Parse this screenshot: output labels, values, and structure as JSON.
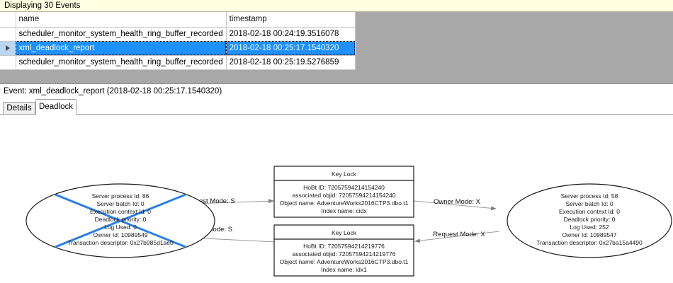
{
  "banner": {
    "text": "Displaying 30 Events"
  },
  "grid": {
    "columns": [
      "",
      "name",
      "timestamp"
    ],
    "rows": [
      {
        "indicator": "",
        "name": "scheduler_monitor_system_health_ring_buffer_recorded",
        "timestamp": "2018-02-18 00:24:19.3516078",
        "selected": false
      },
      {
        "indicator": "row-selector-arrow",
        "name": "xml_deadlock_report",
        "timestamp": "2018-02-18 00:25:17.1540320",
        "selected": true
      },
      {
        "indicator": "",
        "name": "scheduler_monitor_system_health_ring_buffer_recorded",
        "timestamp": "2018-02-18 00:25:19.5276859",
        "selected": false
      }
    ],
    "selection_color": "#1e90ff",
    "empty_area_color": "#a8a8a8"
  },
  "event_caption": {
    "text": "Event: xml_deadlock_report (2018-02-18 00:25:17.1540320)"
  },
  "tabs": [
    {
      "label": "Details",
      "active": false
    },
    {
      "label": "Deadlock",
      "active": true
    }
  ],
  "deadlock": {
    "victim_marker_color": "#2a7fe8",
    "processes": [
      {
        "id": "process-left",
        "victim": true,
        "lines": [
          "Server process Id: 86",
          "Server batch Id: 0",
          "Execution context Id: 0",
          "Deadlock priority: 0",
          "Log Used: 0",
          "Owner Id: 10989549",
          "Transaction descriptor: 0x27b985d1ae0"
        ]
      },
      {
        "id": "process-right",
        "victim": false,
        "lines": [
          "Server process Id: 58",
          "Server batch Id: 0",
          "Execution context Id: 0",
          "Deadlock priority: 0",
          "Log Used: 252",
          "Owner Id: 10989547",
          "Transaction descriptor: 0x27ba15a4490"
        ]
      }
    ],
    "resources": [
      {
        "id": "key-lock-top",
        "title": "Key Lock",
        "lines": [
          "HoBt ID: 72057594214154240",
          "associated objid: 72057594214154240",
          "Object name: AdventureWorks2016CTP3.dbo.t1",
          "Index name: cidx"
        ]
      },
      {
        "id": "key-lock-bottom",
        "title": "Key Lock",
        "lines": [
          "HoBt ID: 72057594214219776",
          "associated objid: 72057594214219776",
          "Object name: AdventureWorks2016CTP3.dbo.t1",
          "Index name: idx1"
        ]
      }
    ],
    "edges": [
      {
        "id": "edge-left-request",
        "label": "Request Mode: S"
      },
      {
        "id": "edge-left-owner",
        "label": "Owner Mode: S"
      },
      {
        "id": "edge-right-owner",
        "label": "Owner Mode: X"
      },
      {
        "id": "edge-right-request",
        "label": "Request Mode: X"
      }
    ]
  }
}
